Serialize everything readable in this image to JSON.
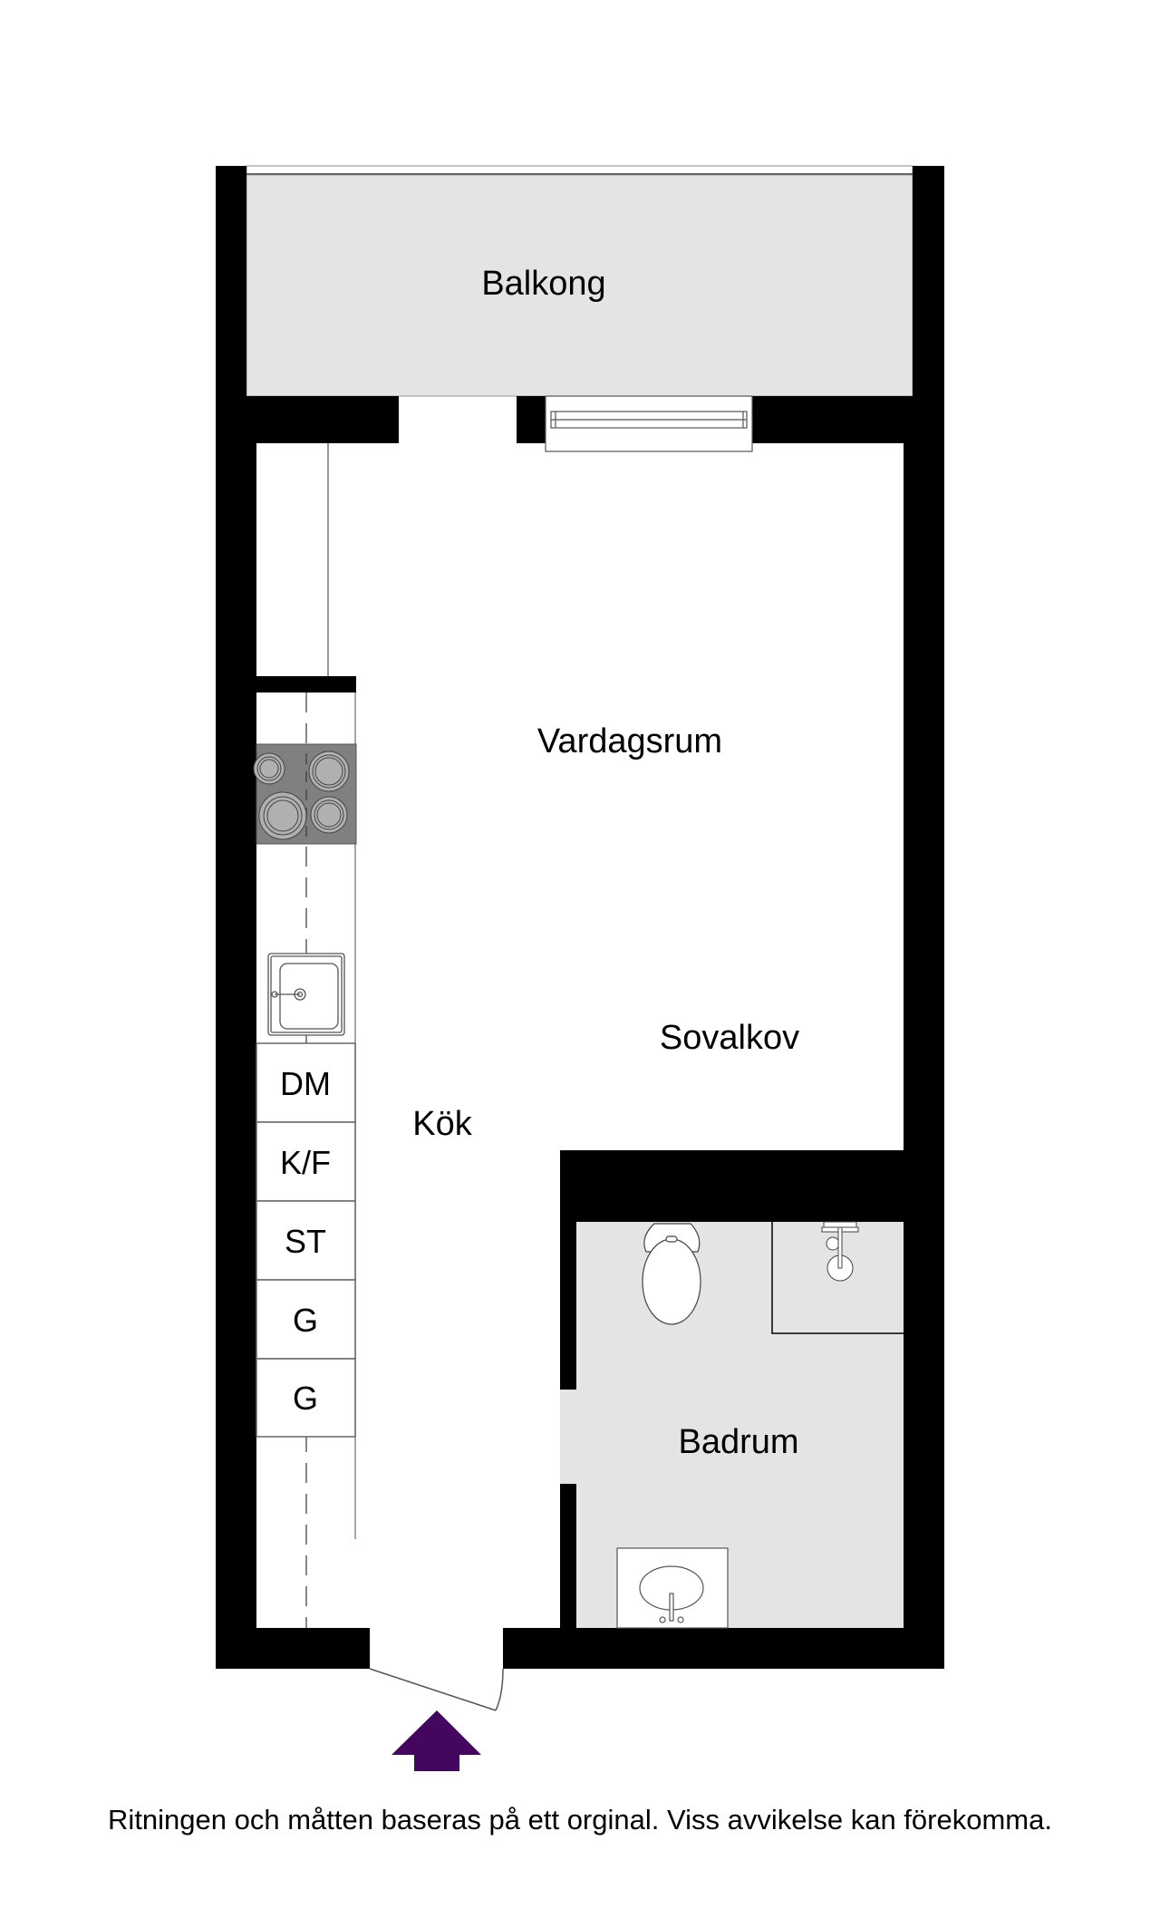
{
  "floorplan": {
    "rooms": {
      "balcony": "Balkong",
      "living_room": "Vardagsrum",
      "sleeping_alcove": "Sovalkov",
      "kitchen": "Kök",
      "bathroom": "Badrum"
    },
    "kitchen_units": [
      {
        "code": "DM"
      },
      {
        "code": "K/F"
      },
      {
        "code": "ST"
      },
      {
        "code": "G"
      },
      {
        "code": "G"
      }
    ],
    "entrance_arrow": {
      "icon": "up-arrow-icon",
      "color": "#44065e"
    },
    "colors": {
      "wall": "#000000",
      "wet_area_fill": "#e4e4e4",
      "stove": "#808080",
      "line": "#555555"
    }
  },
  "footer": {
    "disclaimer": "Ritningen och måtten baseras på ett orginal. Viss avvikelse kan förekomma."
  }
}
